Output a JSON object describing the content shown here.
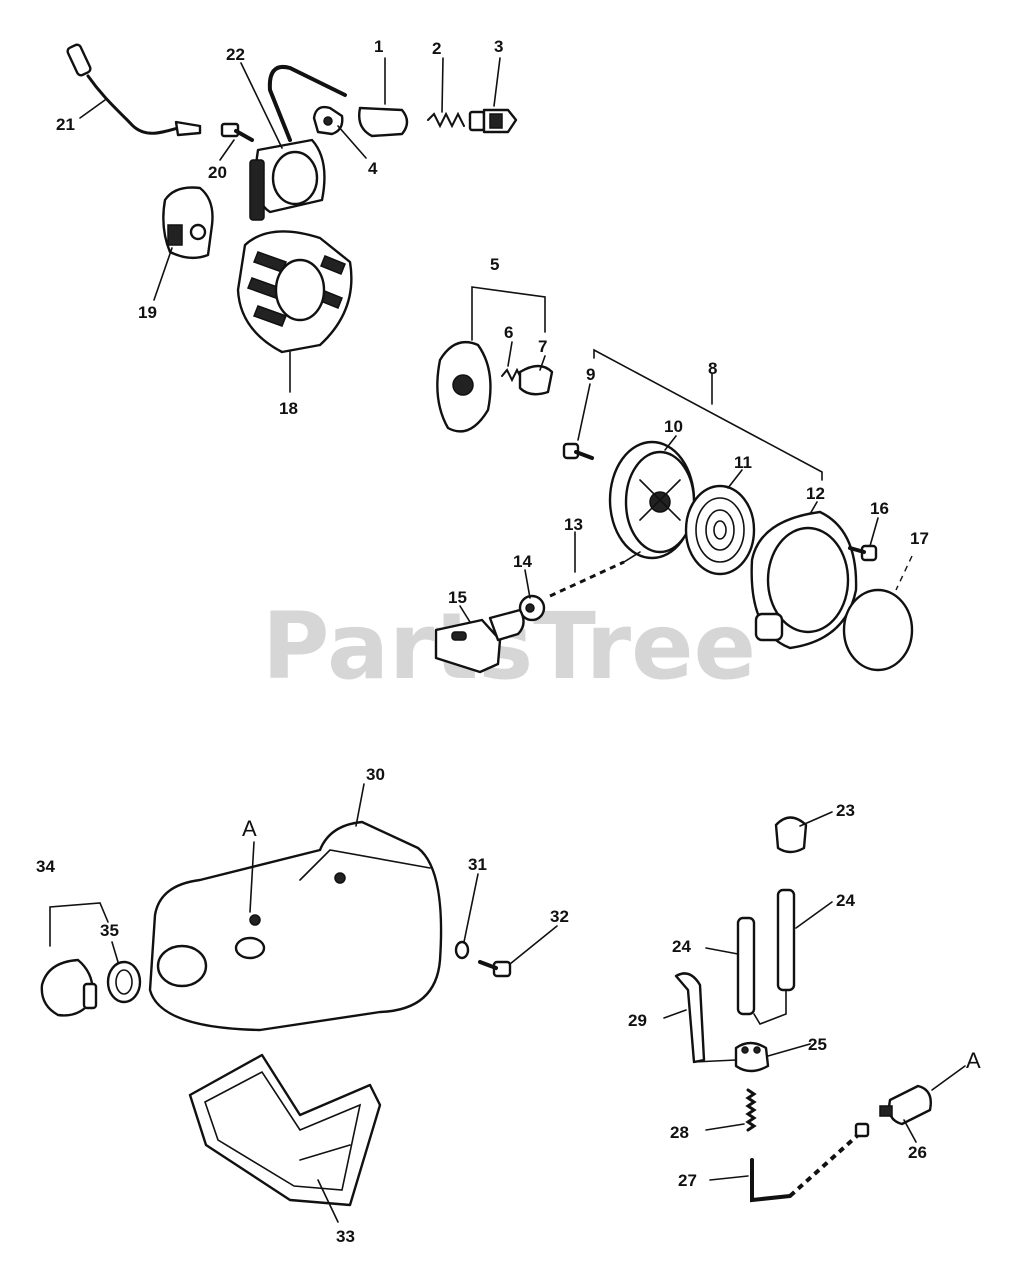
{
  "watermark": "PartsTree",
  "callouts": {
    "c1": "1",
    "c2": "2",
    "c3": "3",
    "c4": "4",
    "c5": "5",
    "c6": "6",
    "c7": "7",
    "c8": "8",
    "c9": "9",
    "c10": "10",
    "c11": "11",
    "c12": "12",
    "c13": "13",
    "c14": "14",
    "c15": "15",
    "c16": "16",
    "c17": "17",
    "c18": "18",
    "c19": "19",
    "c20": "20",
    "c21": "21",
    "c22": "22",
    "c23": "23",
    "c24a": "24",
    "c24b": "24",
    "c25": "25",
    "c26": "26",
    "c27": "27",
    "c28": "28",
    "c29": "29",
    "c30": "30",
    "c31": "31",
    "c32": "32",
    "c33": "33",
    "c34": "34",
    "c35": "35"
  },
  "connection_marks": {
    "a_tank": "A",
    "a_filter": "A"
  }
}
